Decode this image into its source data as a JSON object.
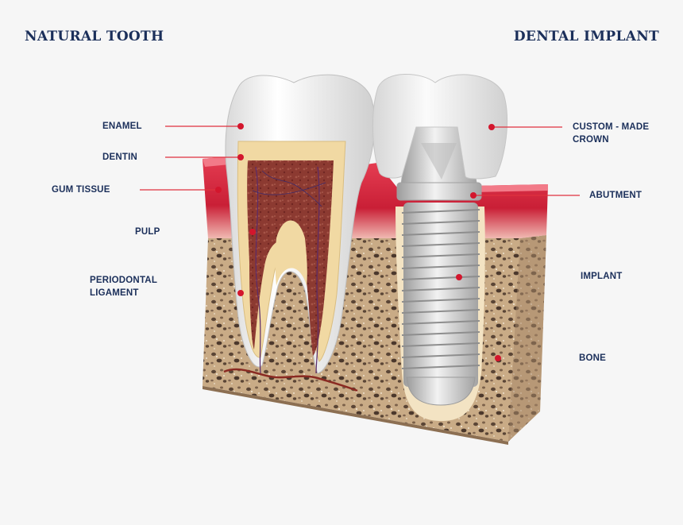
{
  "colors": {
    "heading": "#1b2f5a",
    "label": "#1b2f5a",
    "leader_line": "#e0313f",
    "dot": "#d3162d",
    "gum": "#e53d52",
    "bone": "#b99a78",
    "enamel": "#f0f0f0",
    "dentin": "#f1d9a3",
    "pulp": "#7a2a26",
    "implant": "#c8c8c8"
  },
  "headings": {
    "natural": "NATURAL TOOTH",
    "implant": "DENTAL IMPLANT"
  },
  "labels": {
    "enamel": "ENAMEL",
    "dentin": "DENTIN",
    "gum_tissue": "GUM TISSUE",
    "pulp": "PULP",
    "periodontal_1": "PERIODONTAL",
    "periodontal_2": "LIGAMENT",
    "crown_1": "CUSTOM - MADE",
    "crown_2": "CROWN",
    "abutment": "ABUTMENT",
    "implant": "IMPLANT",
    "bone": "BONE"
  }
}
